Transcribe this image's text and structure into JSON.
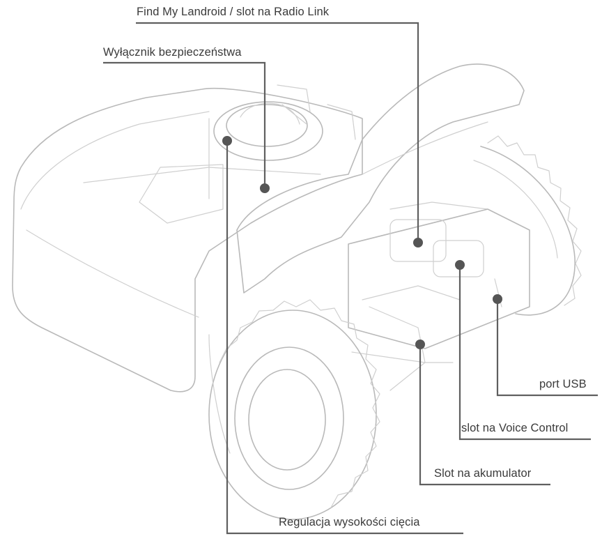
{
  "diagram": {
    "labels": {
      "find_my": "Find My Landroid / slot na Radio Link",
      "safety_switch": "Wyłącznik bezpieczeństwa",
      "usb_port": "port USB",
      "voice_control": "slot na Voice Control",
      "battery_slot": "Slot na akumulator",
      "cut_height": "Regulacja wysokości cięcia"
    },
    "colors": {
      "leader_line": "#5f5f5f",
      "outline": "#b9b9b9",
      "text": "#3a3a3a"
    }
  }
}
